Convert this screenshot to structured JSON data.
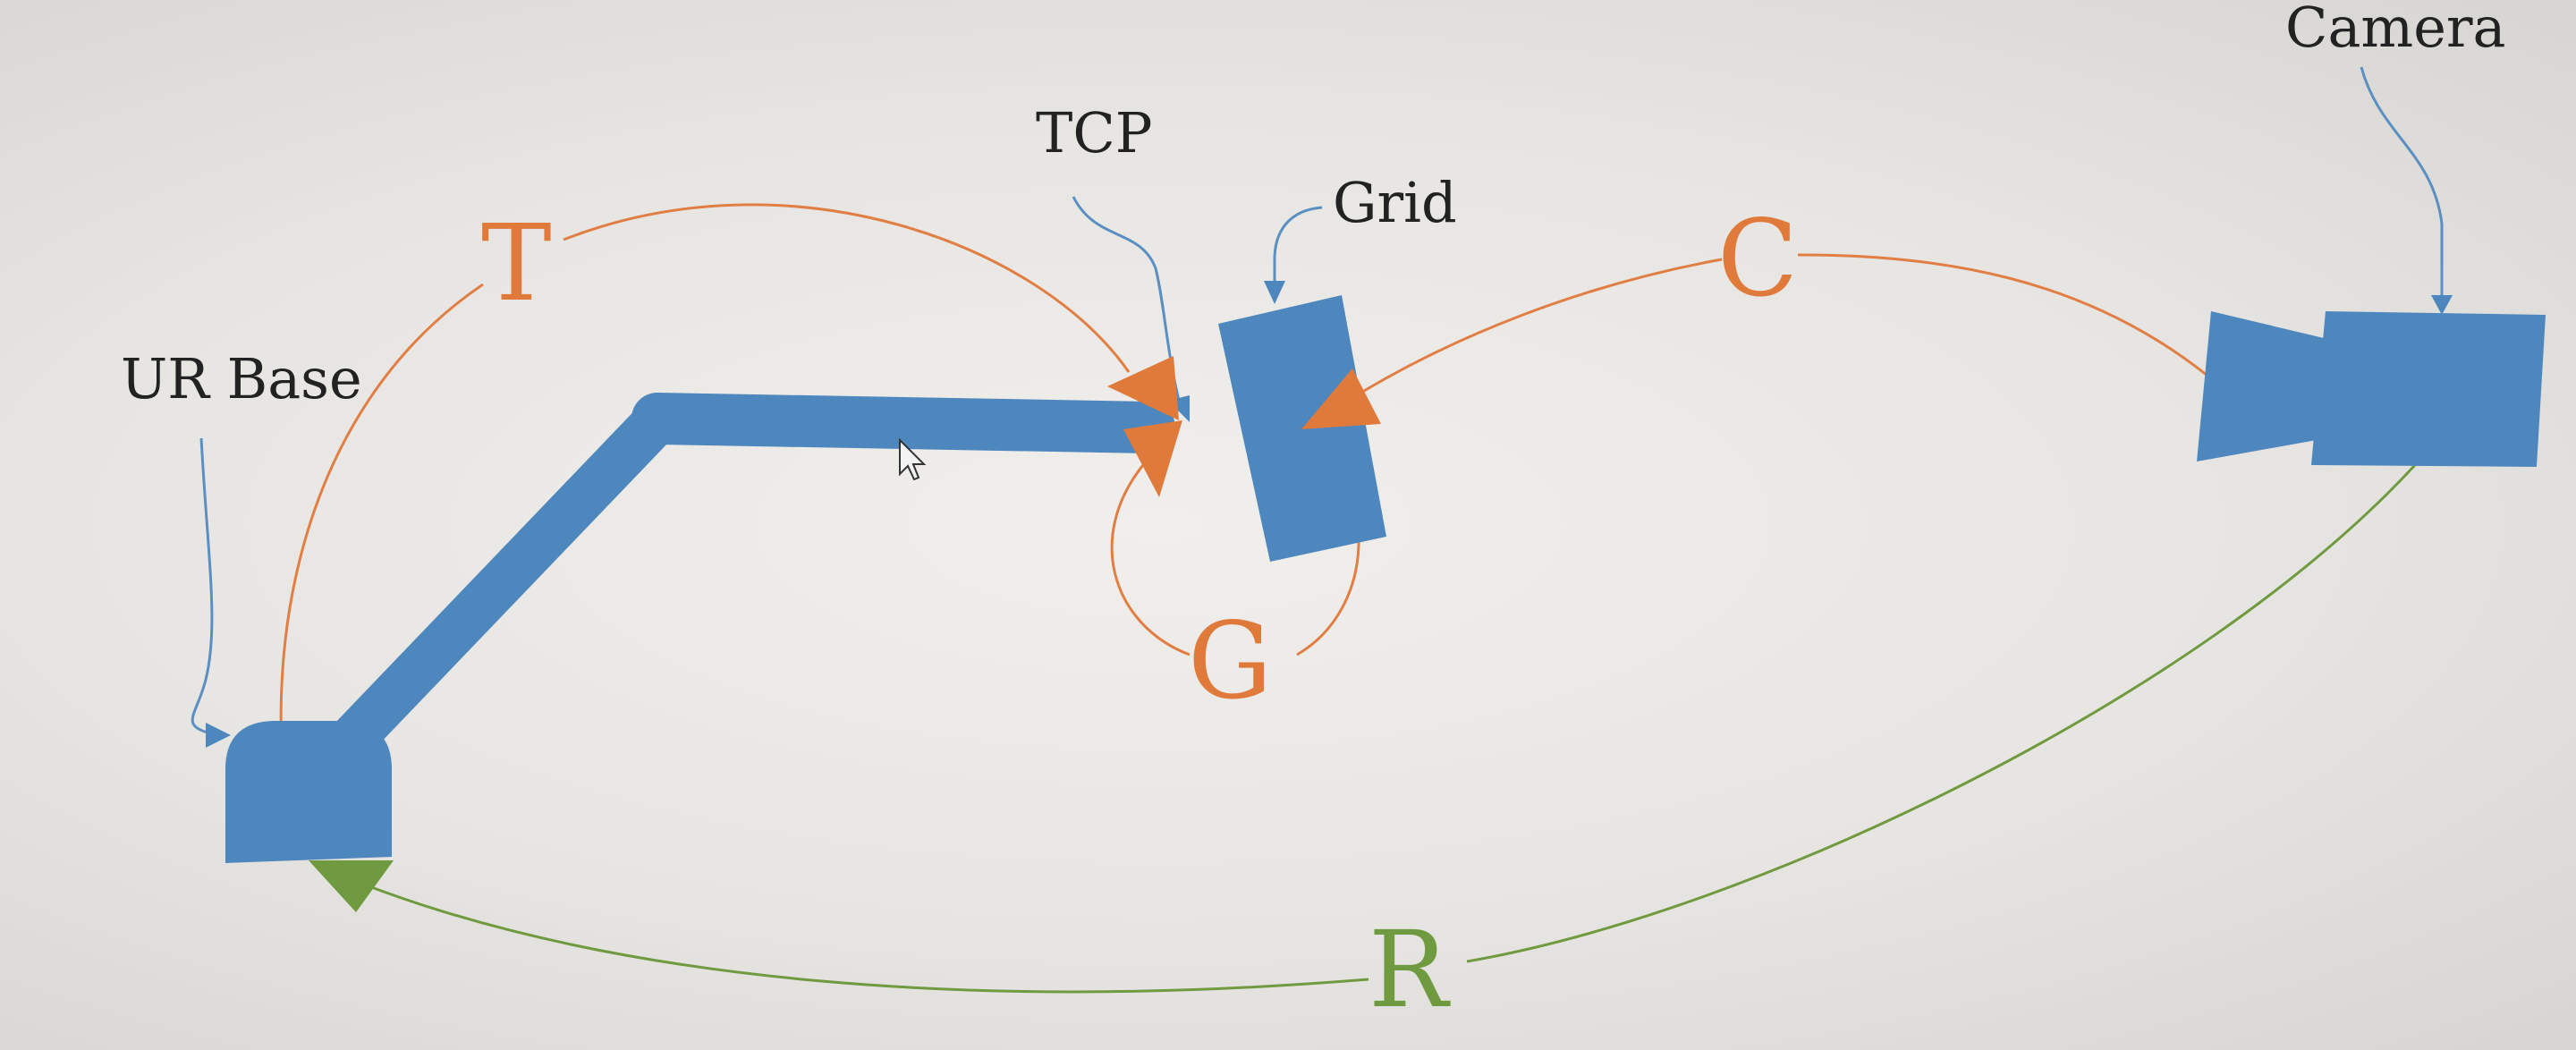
{
  "labels": {
    "camera": "Camera",
    "tcp": "TCP",
    "grid": "Grid",
    "ur_base": "UR Base"
  },
  "transforms": {
    "t": "T",
    "c": "C",
    "g": "G",
    "r": "R"
  },
  "colors": {
    "component_blue": "#4d87be",
    "transform_orange": "#e07a3b",
    "transform_green": "#6f9a3f",
    "annotation_line": "#5b8fc2"
  }
}
